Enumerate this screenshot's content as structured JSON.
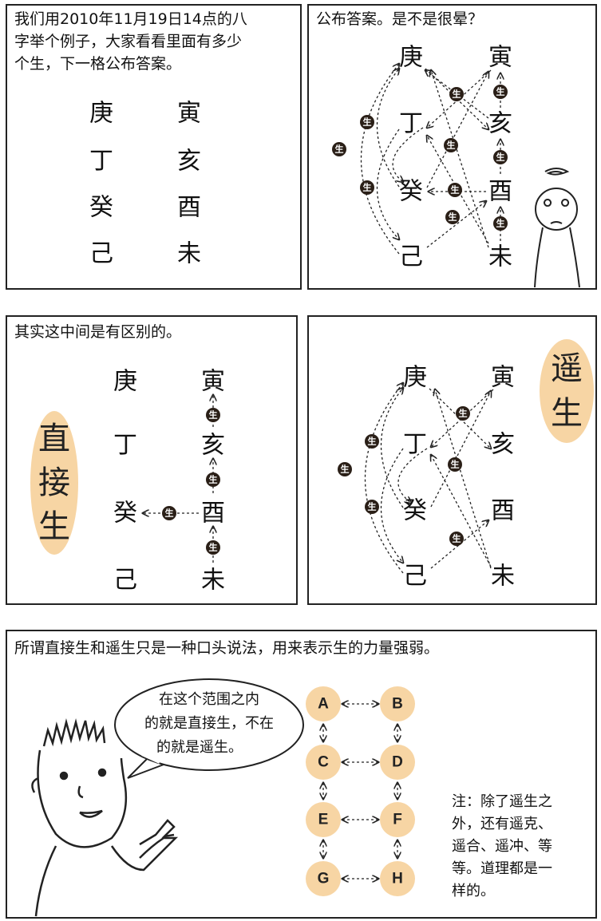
{
  "panels": {
    "p1": {
      "caption": [
        "我们用2010年11月19日14点的八",
        "字举个例子，大家看看里面有多少",
        "个生，下一格公布答案。"
      ]
    },
    "p2": {
      "caption": "公布答案。是不是很晕？"
    },
    "p3": {
      "caption": "其实这中间是有区别的。",
      "label": [
        "直",
        "接",
        "生"
      ]
    },
    "p4": {
      "label": [
        "遥",
        "生"
      ]
    },
    "p5": {
      "caption": "所谓直接生和遥生只是一种口头说法，用来表示生的力量强弱。",
      "bubble": [
        "在这个范围之内",
        "的就是直接生，不在",
        "的就是遥生。"
      ],
      "nodes": [
        "A",
        "B",
        "C",
        "D",
        "E",
        "F",
        "G",
        "H"
      ],
      "note": [
        "注：除了遥生之",
        "外，还有遥克、",
        "遥合、遥冲、等",
        "等。道理都是一",
        "样的。"
      ]
    }
  },
  "stems": [
    "庚",
    "丁",
    "癸",
    "己"
  ],
  "branches": [
    "寅",
    "亥",
    "酉",
    "未"
  ],
  "marker": "生",
  "colors": {
    "accent": "#f7d5a4",
    "marker": "#2a1f17"
  }
}
